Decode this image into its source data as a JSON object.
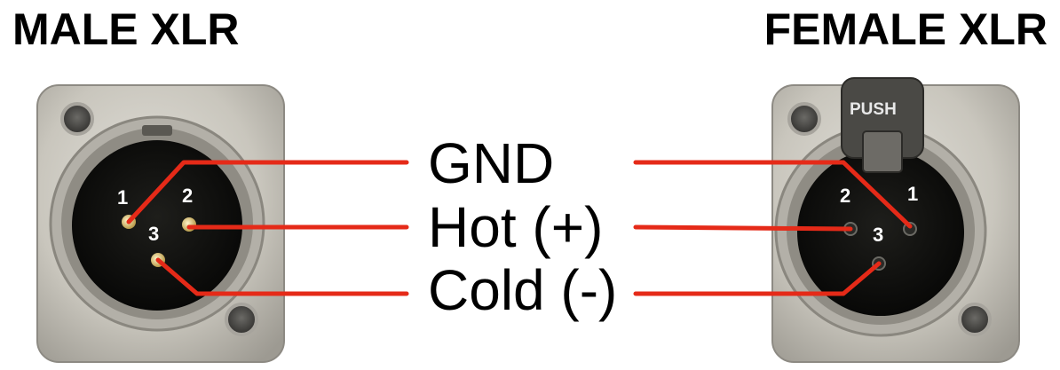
{
  "titles": {
    "male": "MALE XLR",
    "female": "FEMALE XLR"
  },
  "signals": {
    "gnd": "GND",
    "hot": "Hot (+)",
    "cold": "Cold (-)"
  },
  "male_pins": {
    "p1": "1",
    "p2": "2",
    "p3": "3"
  },
  "female_pins": {
    "p1": "1",
    "p2": "2",
    "p3": "3"
  },
  "latch_label": "PUSH",
  "colors": {
    "wire": "#e52a18",
    "plate": "#c9c6bd",
    "connector_face": "#0e0e0c",
    "pin_gold": "#d8c27a"
  }
}
